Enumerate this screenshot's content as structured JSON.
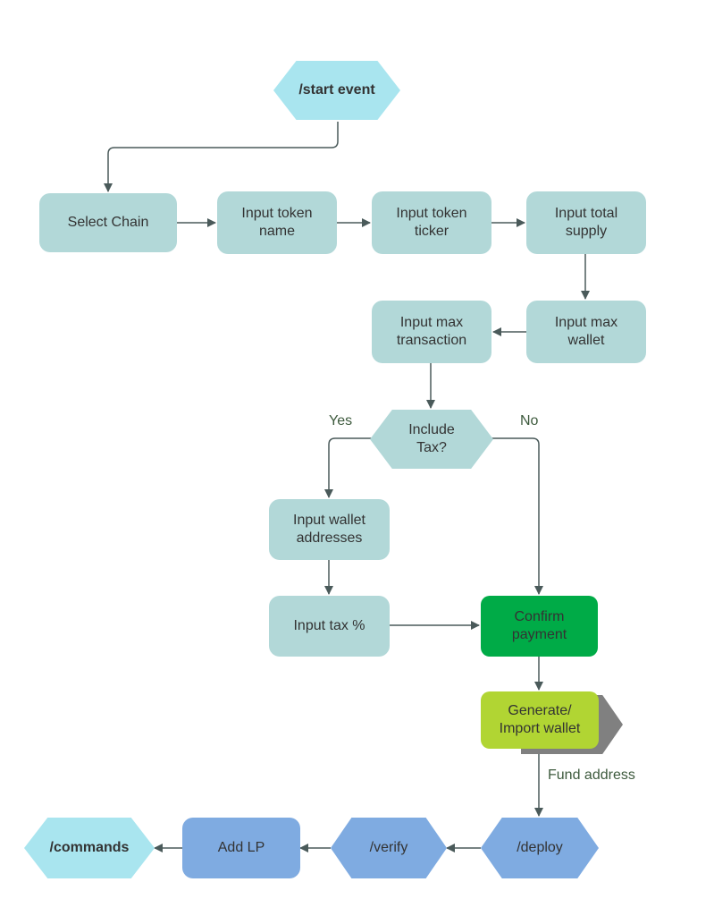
{
  "nodes": {
    "start_event": "/start event",
    "select_chain": "Select Chain",
    "input_token_name": "Input token\nname",
    "input_token_ticker": "Input token\nticker",
    "input_total_supply": "Input total\nsupply",
    "input_max_wallet": "Input max\nwallet",
    "input_max_transaction": "Input max\ntransaction",
    "include_tax": "Include\nTax?",
    "input_wallet_addresses": "Input wallet\naddresses",
    "input_tax_percent": "Input tax %",
    "confirm_payment": "Confirm\npayment",
    "generate_import_wallet": "Generate/\nImport wallet",
    "deploy": "/deploy",
    "verify": "/verify",
    "add_lp": "Add LP",
    "commands": "/commands"
  },
  "edge_labels": {
    "yes": "Yes",
    "no": "No",
    "fund_address": "Fund address"
  },
  "colors": {
    "process": "#b2d8d8",
    "start_hex": "#a9e5ef",
    "confirm": "#00ab47",
    "wallet": "#b1d533",
    "command": "#7fabe1",
    "edge": "#4a5a5a"
  }
}
